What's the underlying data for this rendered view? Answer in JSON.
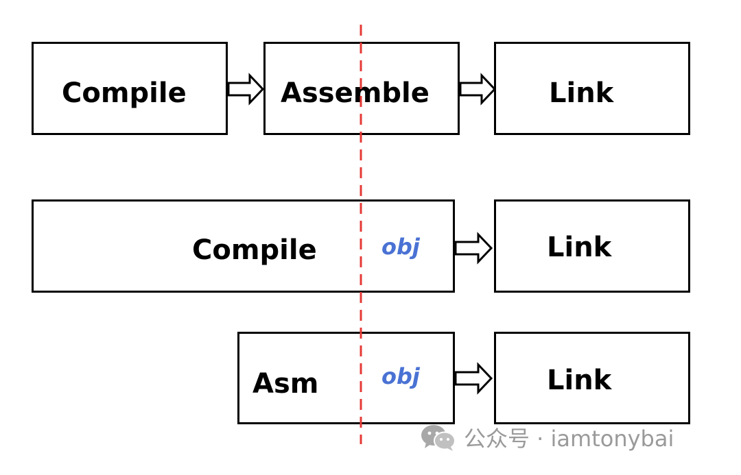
{
  "colors": {
    "divider": "#e53935",
    "obj_label": "#4a72d4",
    "watermark": "#9a9a9a"
  },
  "row1": {
    "step1": "Compile",
    "step2": "Assemble",
    "step3": "Link"
  },
  "row2": {
    "step1": "Compile",
    "obj": "obj",
    "step2": "Link"
  },
  "row3": {
    "step1": "Asm",
    "obj": "obj",
    "step2": "Link"
  },
  "watermark": {
    "icon": "wechat-icon",
    "text": "公众号 · iamtonybai"
  }
}
